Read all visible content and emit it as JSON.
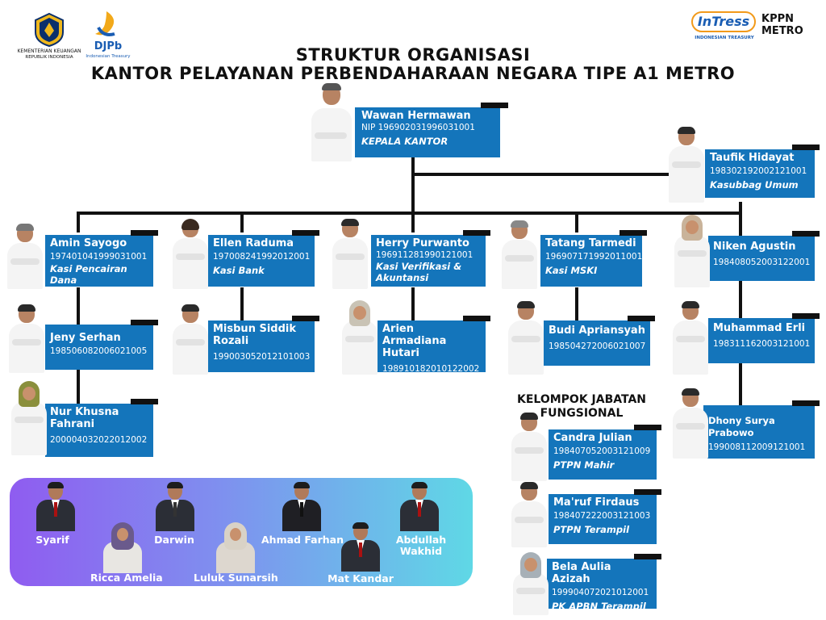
{
  "header": {
    "title_line1": "STRUKTUR ORGANISASI",
    "title_line2": "KANTOR PELAYANAN PERBENDAHARAAN NEGARA TIPE A1 METRO",
    "logo_kemenkeu_line1": "KEMENTERIAN KEUANGAN",
    "logo_kemenkeu_line2": "REPUBLIK INDONESIA",
    "logo_djpb": "DJPb",
    "logo_djpb_sub": "Indonesian Treasury",
    "logo_intress": "InTress",
    "logo_intress_sub": "INDONESIAN TREASURY",
    "kppn_line1": "KPPN",
    "kppn_line2": "METRO"
  },
  "head": {
    "name": "Wawan Hermawan",
    "nip": "NIP 196902031996031001",
    "role": "KEPALA KANTOR"
  },
  "kasubbag": {
    "name": "Taufik Hidayat",
    "nip": "198302192002121001",
    "role": "Kasubbag Umum"
  },
  "sections": [
    {
      "name": "Amin Sayogo",
      "nip": "197401041999031001",
      "role": "Kasi Pencairan Dana"
    },
    {
      "name": "Ellen Raduma",
      "nip": "197008241992012001",
      "role": "Kasi Bank"
    },
    {
      "name": "Herry Purwanto",
      "nip": "196911281990121001",
      "role": "Kasi Verifikasi & Akuntansi"
    },
    {
      "name": "Tatang Tarmedi",
      "nip": "196907171992011001",
      "role": "Kasi MSKI"
    }
  ],
  "staff": {
    "jeny": {
      "name": "Jeny Serhan",
      "nip": "198506082006021005"
    },
    "nur": {
      "name": "Nur Khusna Fahrani",
      "nip": "200004032022012002"
    },
    "misbun": {
      "name": "Misbun Siddik Rozali",
      "nip": "199003052012101003"
    },
    "arien": {
      "name": "Arien Armadiana Hutari",
      "nip": "198910182010122002"
    },
    "budi": {
      "name": "Budi Apriansyah",
      "nip": "198504272006021007"
    },
    "niken": {
      "name": "Niken Agustin",
      "nip": "198408052003122001"
    },
    "erli": {
      "name": "Muhammad Erli",
      "nip": "198311162003121001"
    },
    "dhony": {
      "name": "Dhony Surya Prabowo",
      "nip": "199008112009121001"
    }
  },
  "fungsional": {
    "title": "KELOMPOK JABATAN FUNGSIONAL",
    "members": [
      {
        "name": "Candra Julian",
        "nip": "198407052003121009",
        "role": "PTPN Mahir"
      },
      {
        "name": "Ma'ruf Firdaus",
        "nip": "198407222003121003",
        "role": "PTPN Terampil"
      },
      {
        "name": "Bela Aulia Azizah",
        "nip": "199904072021012001",
        "role": "PK APBN Terampil"
      }
    ]
  },
  "honorer": [
    "Syarif",
    "Ricca Amelia",
    "Darwin",
    "Luluk Sunarsih",
    "Ahmad Farhan",
    "Mat Kandar",
    "Abdullah Wakhid"
  ],
  "colors": {
    "card": "#1475bb",
    "tab": "#111111",
    "gradient_start": "#8f5cf0",
    "gradient_end": "#5fd8e6"
  }
}
